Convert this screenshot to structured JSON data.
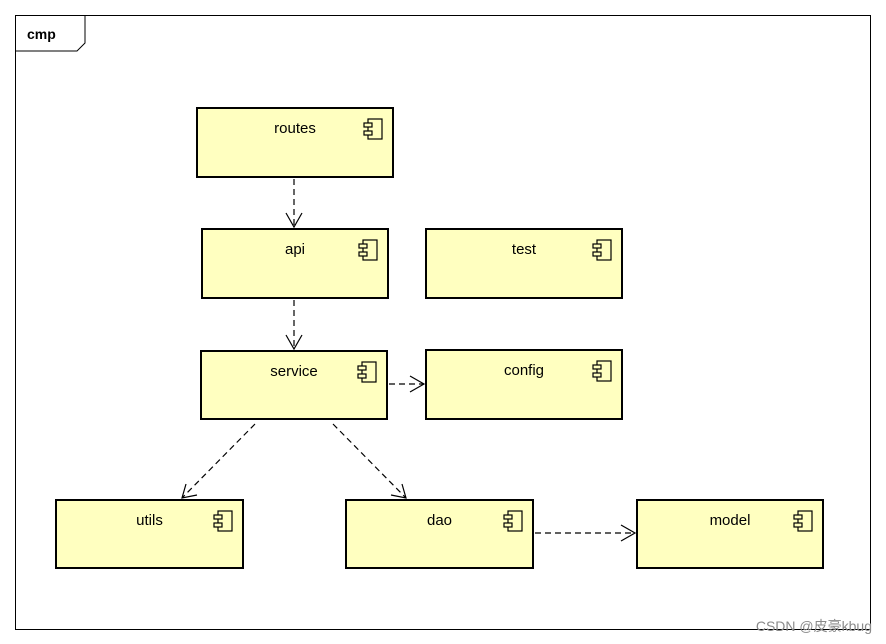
{
  "frame": {
    "title": "cmp"
  },
  "components": [
    {
      "id": "routes",
      "label": "routes"
    },
    {
      "id": "api",
      "label": "api"
    },
    {
      "id": "test",
      "label": "test"
    },
    {
      "id": "service",
      "label": "service"
    },
    {
      "id": "config",
      "label": "config"
    },
    {
      "id": "utils",
      "label": "utils"
    },
    {
      "id": "dao",
      "label": "dao"
    },
    {
      "id": "model",
      "label": "model"
    }
  ],
  "dependencies": [
    {
      "from": "routes",
      "to": "api"
    },
    {
      "from": "api",
      "to": "service"
    },
    {
      "from": "service",
      "to": "config"
    },
    {
      "from": "service",
      "to": "utils"
    },
    {
      "from": "service",
      "to": "dao"
    },
    {
      "from": "dao",
      "to": "model"
    }
  ],
  "colors": {
    "component_fill": "#ffffc0",
    "line": "#000000"
  },
  "icon": "uml-component-icon",
  "watermark": "CSDN @皮豪kbug"
}
